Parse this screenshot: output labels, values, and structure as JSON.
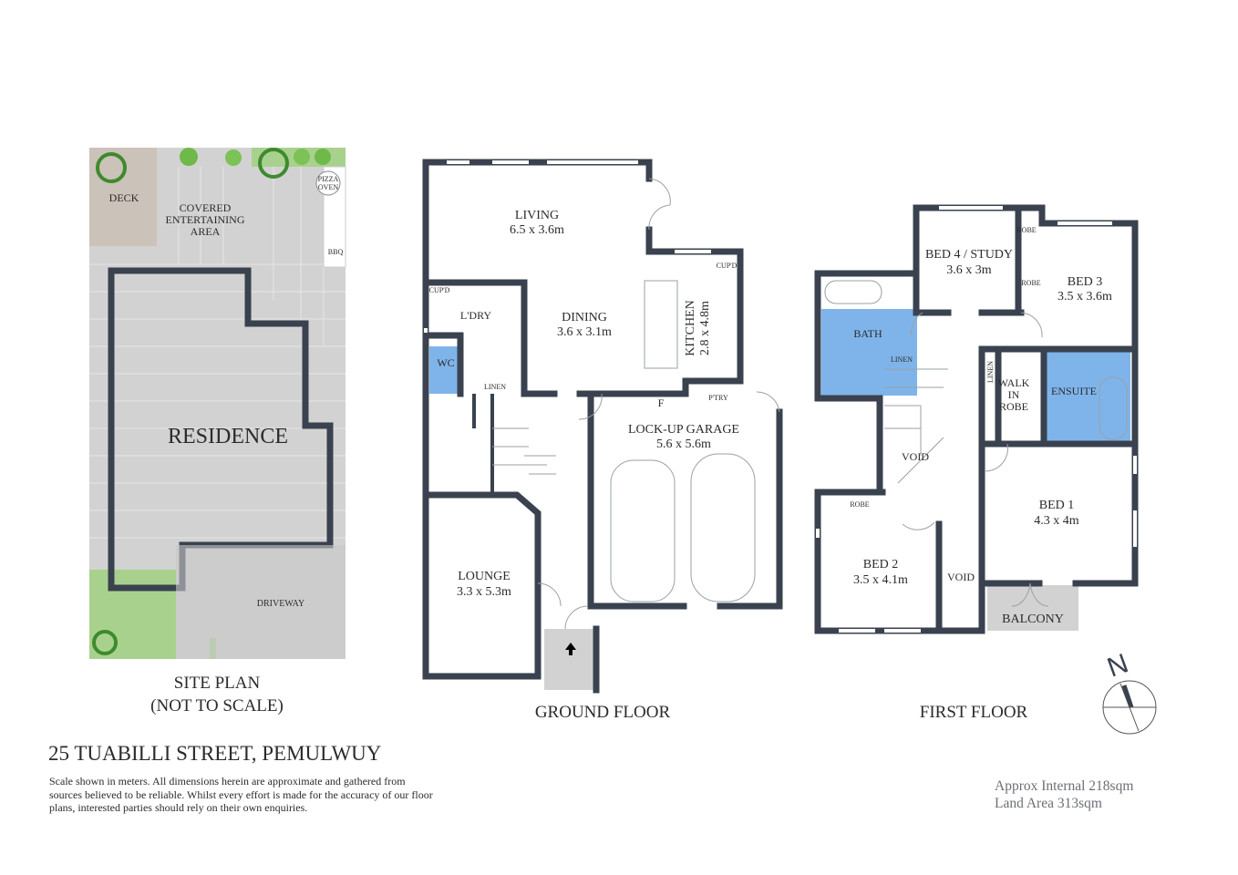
{
  "address": "25 TUABILLI STREET, PEMULWUY",
  "disclaimer": [
    "Scale shown in meters. All dimensions herein are approximate and gathered from",
    "sources believed to be  reliable. Whilst every effort is made for the accuracy of our floor",
    "plans, interested parties should rely on their own enquiries."
  ],
  "areas": {
    "internal": "Approx Internal 218sqm",
    "land": "Land Area 313sqm"
  },
  "colors": {
    "wall": "#39424e",
    "wet_area": "#7fb4ea",
    "paving": "#d2d2d2",
    "lawn": "#a9d18e",
    "deck": "#cbc2b9"
  },
  "site_plan": {
    "caption_1": "SITE PLAN",
    "caption_2": "(NOT TO SCALE)",
    "deck": "DECK",
    "covered_1": "COVERED",
    "covered_2": "ENTERTAINING",
    "covered_3": "AREA",
    "pizza_1": "PIZZA",
    "pizza_2": "OVEN",
    "bbq": "BBQ",
    "residence": "RESIDENCE",
    "driveway": "DRIVEWAY"
  },
  "ground_floor": {
    "caption": "GROUND FLOOR",
    "rooms": {
      "living": {
        "name": "LIVING",
        "size": "6.5 x 3.6m"
      },
      "dining": {
        "name": "DINING",
        "size": "3.6 x 3.1m"
      },
      "kitchen": {
        "name": "KITCHEN",
        "size": "2.8 x 4.8m"
      },
      "laundry": "L'DRY",
      "wc": "WC",
      "linen": "LINEN",
      "cupd_1": "CUP'D",
      "cupd_2": "CUP'D",
      "pantry": "P'TRY",
      "fridge": "F",
      "garage": {
        "name": "LOCK-UP GARAGE",
        "size": "5.6 x 5.6m"
      },
      "lounge": {
        "name": "LOUNGE",
        "size": "3.3 x 5.3m"
      }
    }
  },
  "first_floor": {
    "caption": "FIRST FLOOR",
    "rooms": {
      "bed4": {
        "name": "BED 4 / STUDY",
        "size": "3.6 x 3m"
      },
      "bed3": {
        "name": "BED 3",
        "size": "3.5 x 3.6m"
      },
      "bed2": {
        "name": "BED 2",
        "size": "3.5 x 4.1m"
      },
      "bed1": {
        "name": "BED 1",
        "size": "4.3 x 4m"
      },
      "bath": "BATH",
      "ensuite": "ENSUITE",
      "linen_1": "LINEN",
      "linen_2": "LINEN",
      "robe_1": "ROBE",
      "robe_2": "ROBE",
      "robe_3": "ROBE",
      "wir_1": "WALK",
      "wir_2": "IN",
      "wir_3": "ROBE",
      "void_1": "VOID",
      "void_2": "VOID",
      "balcony": "BALCONY"
    }
  },
  "compass": {
    "north": "N"
  }
}
